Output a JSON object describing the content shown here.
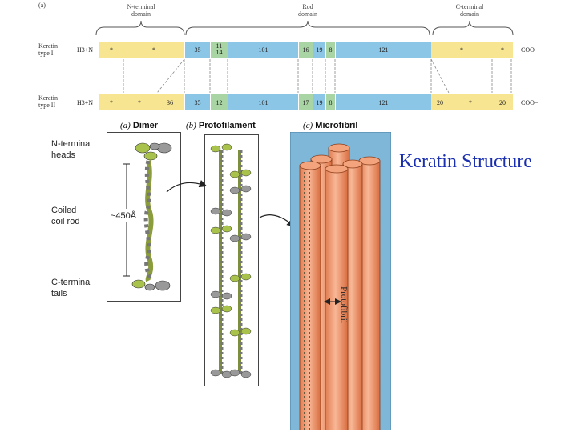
{
  "panel_label": "(a)",
  "domains": {
    "n_terminal": "N-terminal\ndomain",
    "rod": "Rod\ndomain",
    "c_terminal": "C-terminal\ndomain"
  },
  "rows": [
    {
      "label": "Keratin\ntype I",
      "n_term": "H3+N",
      "c_term": "COO−",
      "segments": [
        {
          "text": "*",
          "color": "#f7e592"
        },
        {
          "text": "*",
          "color": "#f7e592"
        },
        {
          "text": "35",
          "color": "#8cc6e6"
        },
        {
          "text": "11\n14",
          "color": "#a9d4a3"
        },
        {
          "text": "101",
          "color": "#8cc6e6"
        },
        {
          "text": "16",
          "color": "#a9d4a3"
        },
        {
          "text": "19",
          "color": "#8cc6e6"
        },
        {
          "text": "8",
          "color": "#a9d4a3"
        },
        {
          "text": "121",
          "color": "#8cc6e6"
        },
        {
          "text": "*",
          "color": "#f7e592"
        },
        {
          "text": "*",
          "color": "#f7e592"
        }
      ]
    },
    {
      "label": "Keratin\ntype II",
      "n_term": "H3+N",
      "c_term": "COO−",
      "segments": [
        {
          "text": "*",
          "color": "#f7e592"
        },
        {
          "text": "*",
          "color": "#f7e592"
        },
        {
          "text": "36",
          "color": "#f7e592"
        },
        {
          "text": "35",
          "color": "#8cc6e6"
        },
        {
          "text": "12",
          "color": "#a9d4a3"
        },
        {
          "text": "101",
          "color": "#8cc6e6"
        },
        {
          "text": "17",
          "color": "#a9d4a3"
        },
        {
          "text": "19",
          "color": "#8cc6e6"
        },
        {
          "text": "8",
          "color": "#a9d4a3"
        },
        {
          "text": "121",
          "color": "#8cc6e6"
        },
        {
          "text": "20",
          "color": "#f7e592"
        },
        {
          "text": "*",
          "color": "#f7e592"
        },
        {
          "text": "20",
          "color": "#f7e592"
        }
      ]
    }
  ],
  "captions": {
    "dimer_letter": "(a)",
    "dimer": "Dimer",
    "proto_letter": "(b)",
    "proto": "Protofilament",
    "micro_letter": "(c)",
    "micro": "Microfibril"
  },
  "side_labels": {
    "n_heads": "N-terminal\nheads",
    "coiled": "Coiled\ncoil rod",
    "c_tails": "C-terminal\ntails",
    "length": "~450Å"
  },
  "protofibril_label": "Protofibril",
  "title": "Keratin Structure",
  "colors": {
    "n_domain": "#f7e592",
    "rod": "#8cc6e6",
    "linker": "#a9d4a3",
    "microfibril_bg": "#7fb7d9",
    "fibril": "#f0a07a",
    "title": "#1a2fb0"
  }
}
